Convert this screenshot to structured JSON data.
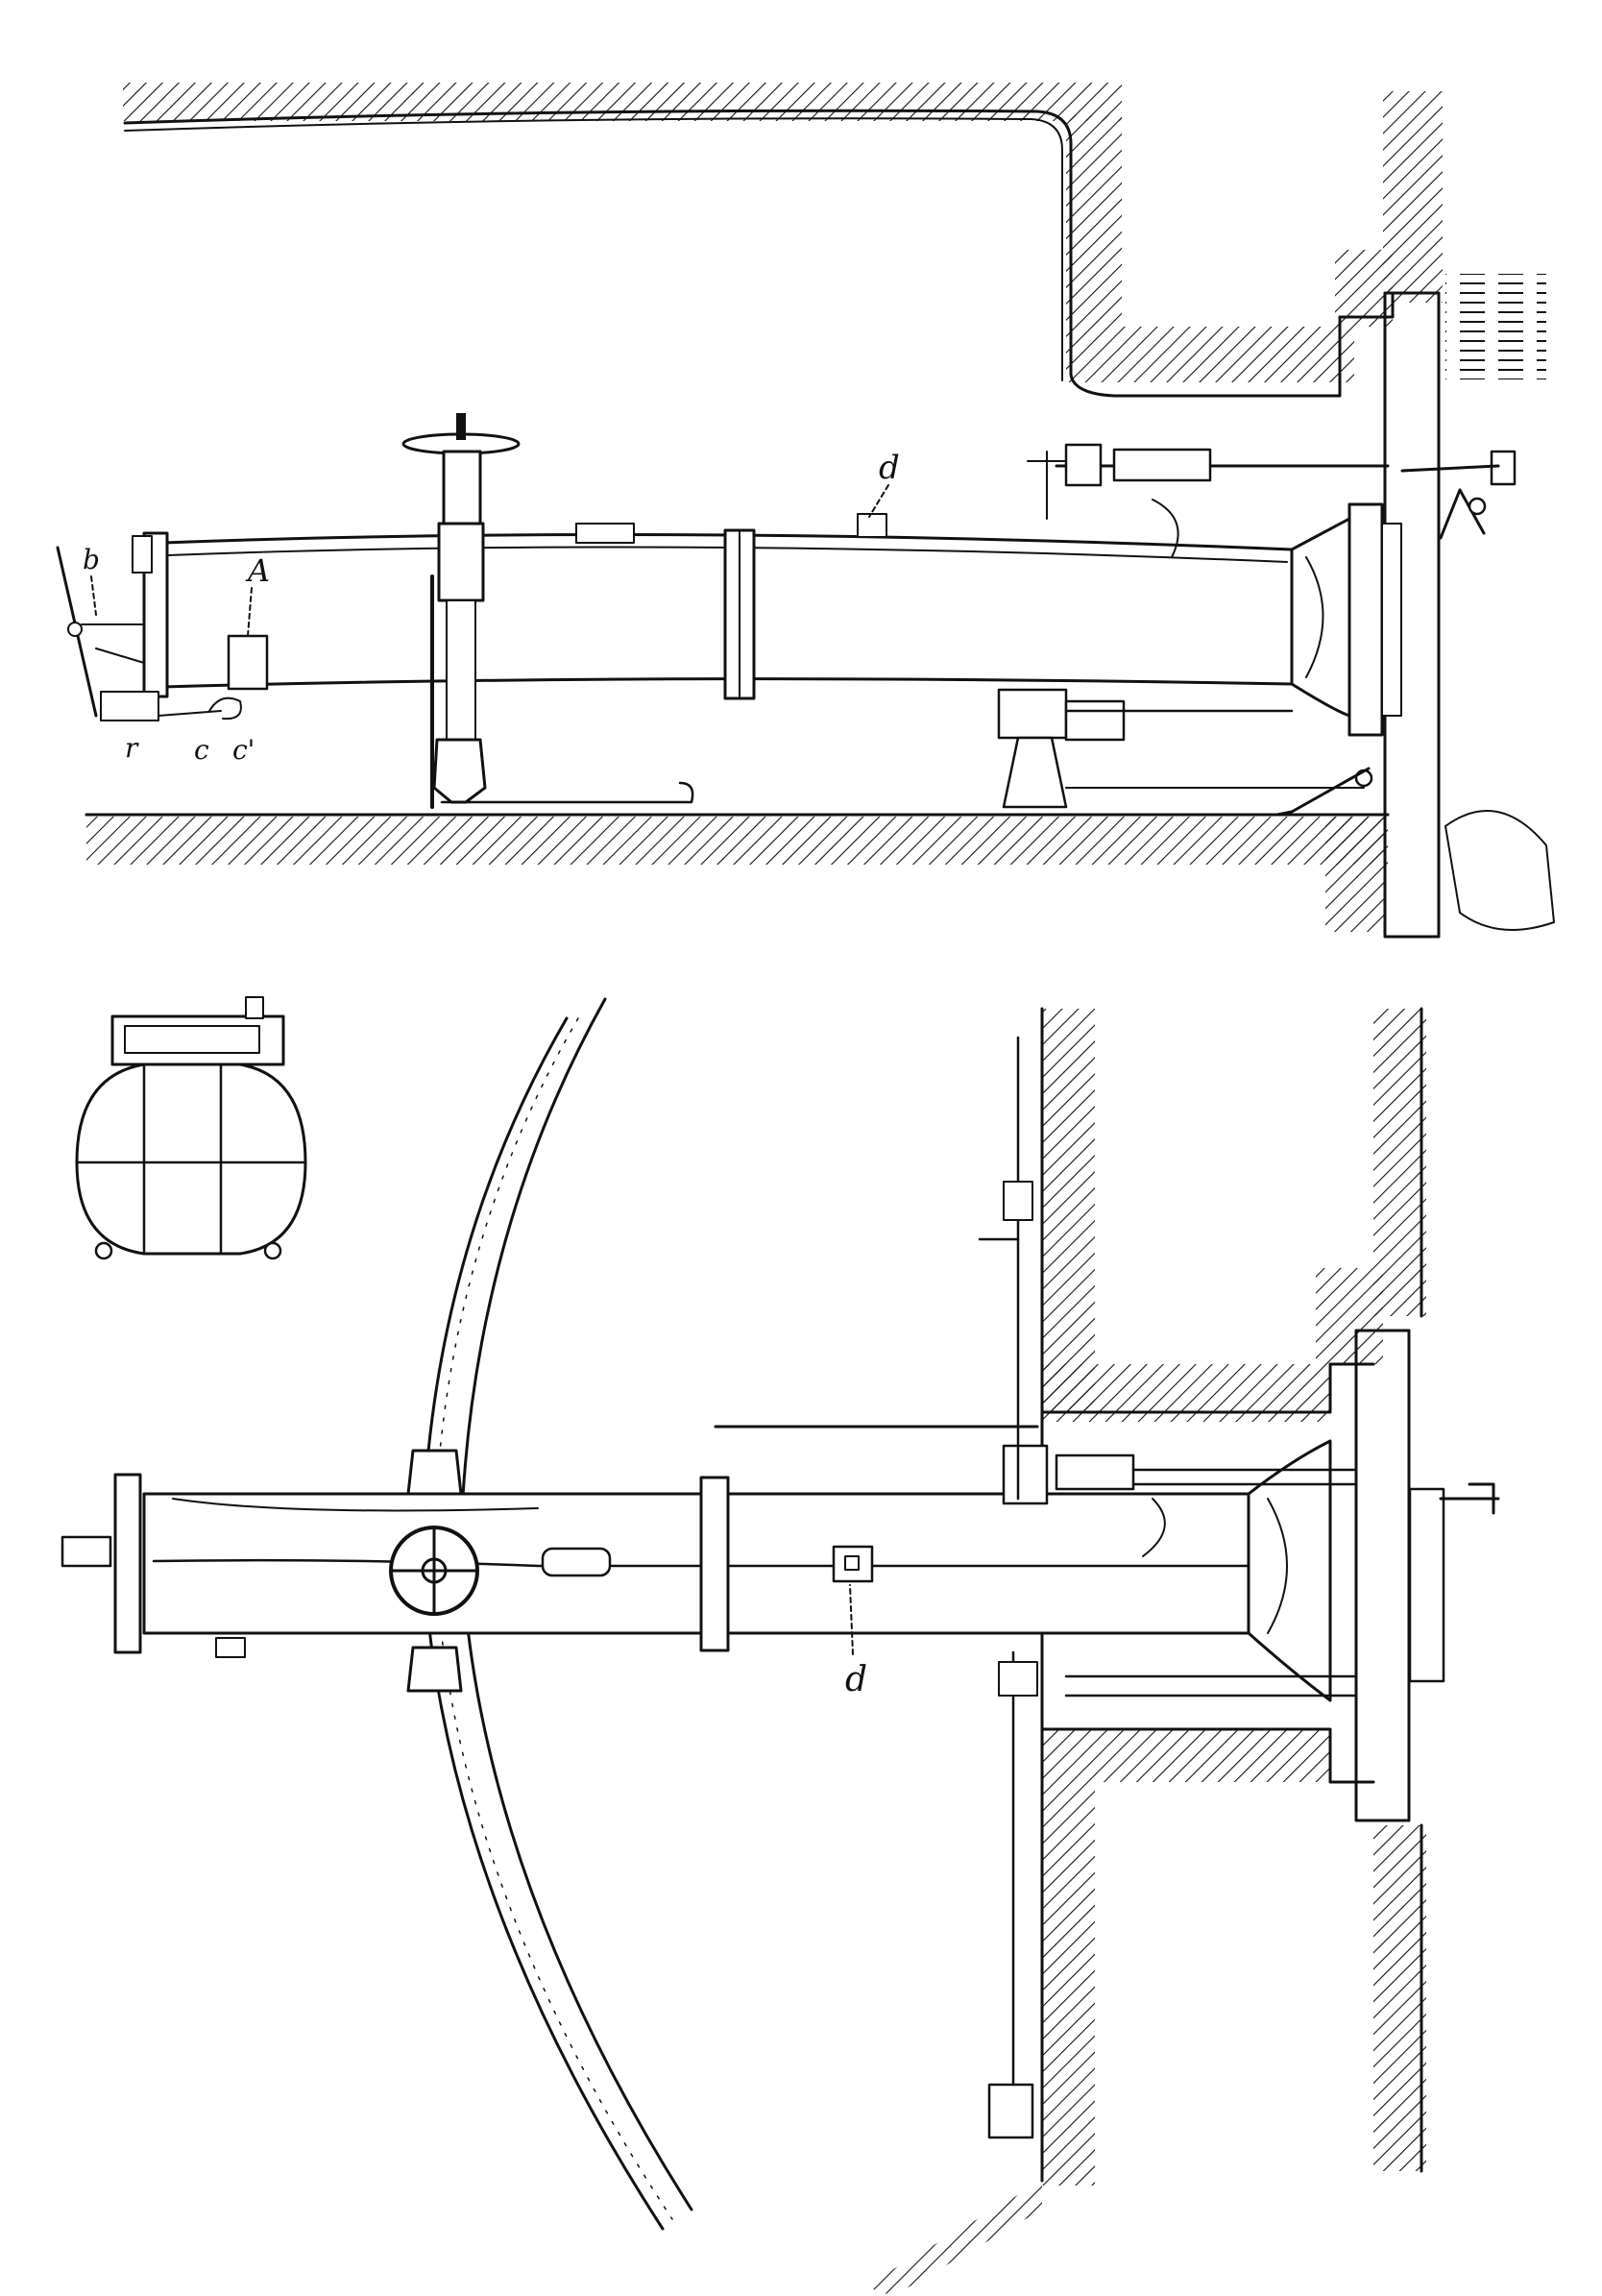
{
  "figure": {
    "top_view_labels": {
      "A": "A",
      "b": "b",
      "r": "r",
      "c": "c",
      "c_prime": "c'",
      "d": "d"
    },
    "plan_view_labels": {
      "d": "d"
    }
  }
}
